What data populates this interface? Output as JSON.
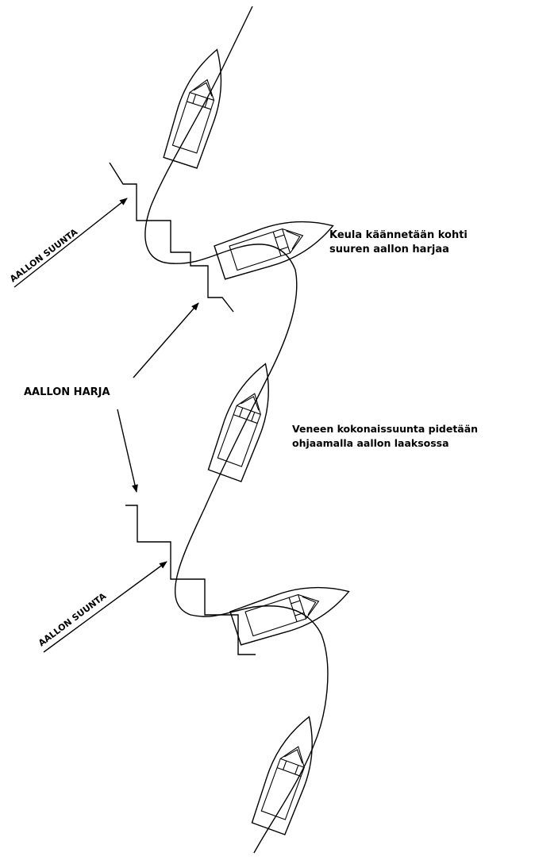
{
  "labels": {
    "wave_direction_top": "AALLON SUUNTA",
    "wave_direction_bottom": "AALLON SUUNTA",
    "wave_crest": "AALLON HARJA",
    "bow_note_line1": "Keula käännetään kohti",
    "bow_note_line2": "suuren aallon harjaa",
    "course_note_line1": "Veneen kokonaissuunta pidetään",
    "course_note_line2": "ohjaamalla aallon laaksossa"
  },
  "colors": {
    "ink": "#000000",
    "background": "#ffffff"
  }
}
